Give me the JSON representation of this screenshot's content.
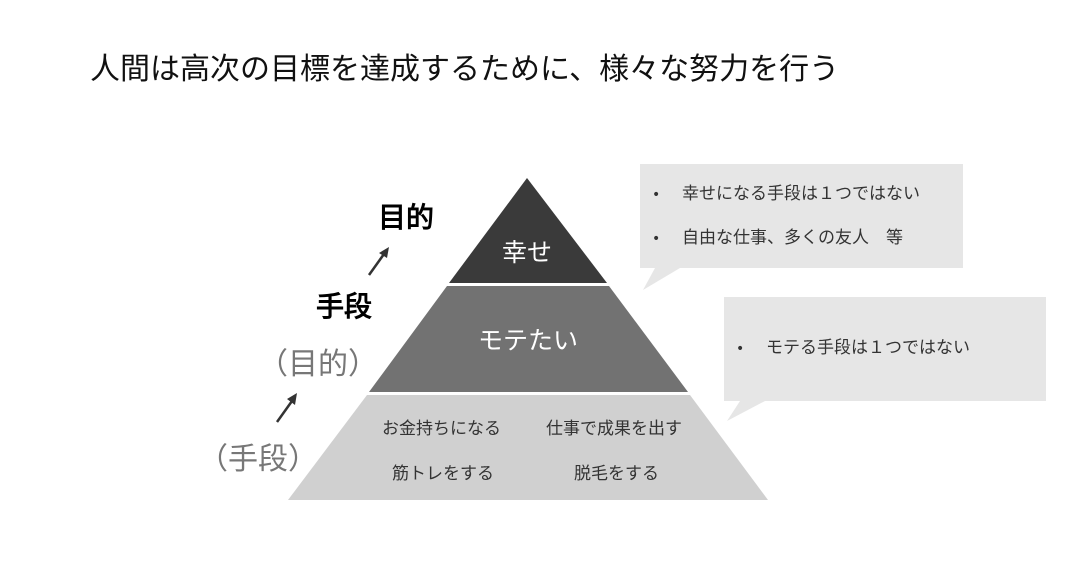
{
  "title": "人間は高次の目標を達成するために、様々な努力を行う",
  "side_labels": {
    "goal_bold": "目的",
    "means_bold": "手段",
    "goal_paren": "（目的）",
    "means_paren": "（手段）"
  },
  "pyramid": {
    "top": "幸せ",
    "middle": "モテたい",
    "bottom_items": [
      "お金持ちになる",
      "仕事で成果を出す",
      "筋トレをする",
      "脱毛をする"
    ]
  },
  "callouts": [
    {
      "items": [
        "幸せになる手段は１つではない",
        "自由な仕事、多くの友人　等"
      ]
    },
    {
      "items": [
        "モテる手段は１つではない"
      ]
    }
  ],
  "colors": {
    "top": "#3a3a3a",
    "middle": "#727272",
    "bottom": "#d0d0d0",
    "callout": "#e6e6e6"
  }
}
